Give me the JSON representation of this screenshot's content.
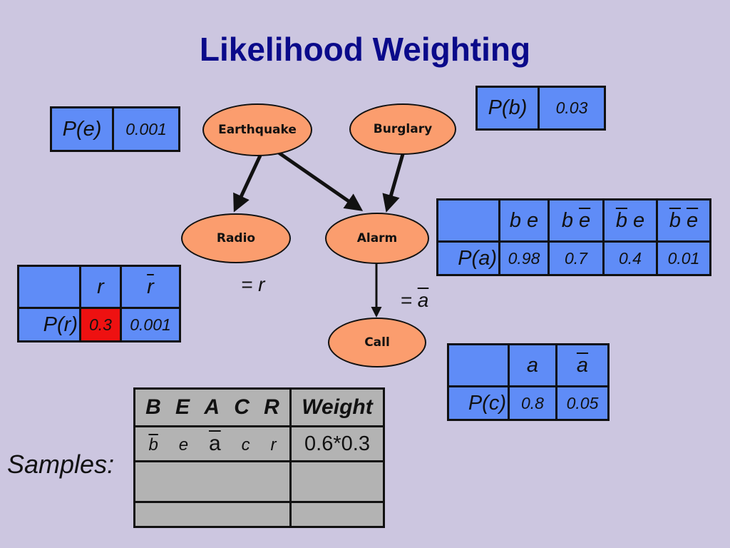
{
  "title": "Likelihood Weighting",
  "nodes": {
    "earthquake": "Earthquake",
    "burglary": "Burglary",
    "radio": "Radio",
    "alarm": "Alarm",
    "call": "Call"
  },
  "evidence": {
    "radio_eq": "= r",
    "alarm_eq": "= ",
    "alarm_val": "a"
  },
  "pe": {
    "label": "P(e)",
    "value": "0.001"
  },
  "pb": {
    "label": "P(b)",
    "value": "0.03"
  },
  "pa": {
    "label": "P(a)",
    "headers": [
      {
        "b": "b",
        "b_bar": false,
        "e": "e",
        "e_bar": false
      },
      {
        "b": "b",
        "b_bar": false,
        "e": "e",
        "e_bar": true
      },
      {
        "b": "b",
        "b_bar": true,
        "e": "e",
        "e_bar": false
      },
      {
        "b": "b",
        "b_bar": true,
        "e": "e",
        "e_bar": true
      }
    ],
    "values": [
      "0.98",
      "0.7",
      "0.4",
      "0.01"
    ]
  },
  "pr": {
    "label": "P(r)",
    "col1": "r",
    "col2": "r",
    "values": [
      "0.3",
      "0.001"
    ]
  },
  "pc": {
    "label": "P(c)",
    "col1": "a",
    "col2": "a",
    "values": [
      "0.8",
      "0.05"
    ]
  },
  "samples": {
    "label": "Samples:",
    "header_vars": [
      "B",
      "E",
      "A",
      "C",
      "R"
    ],
    "header_weight": "Weight",
    "row1_vars": [
      {
        "v": "b",
        "bar": true
      },
      {
        "v": "e",
        "bar": false
      },
      {
        "v": "a",
        "bar": true
      },
      {
        "v": "c",
        "bar": false
      },
      {
        "v": "r",
        "bar": false
      }
    ],
    "row1_weight": "0.6*0.3"
  },
  "colors": {
    "background": "#ccc6e0",
    "title": "#0a0a8a",
    "cpt": "#5f8cf7",
    "node": "#fb9d6e",
    "highlight": "#ee1111",
    "sample_table": "#b3b3b3"
  }
}
